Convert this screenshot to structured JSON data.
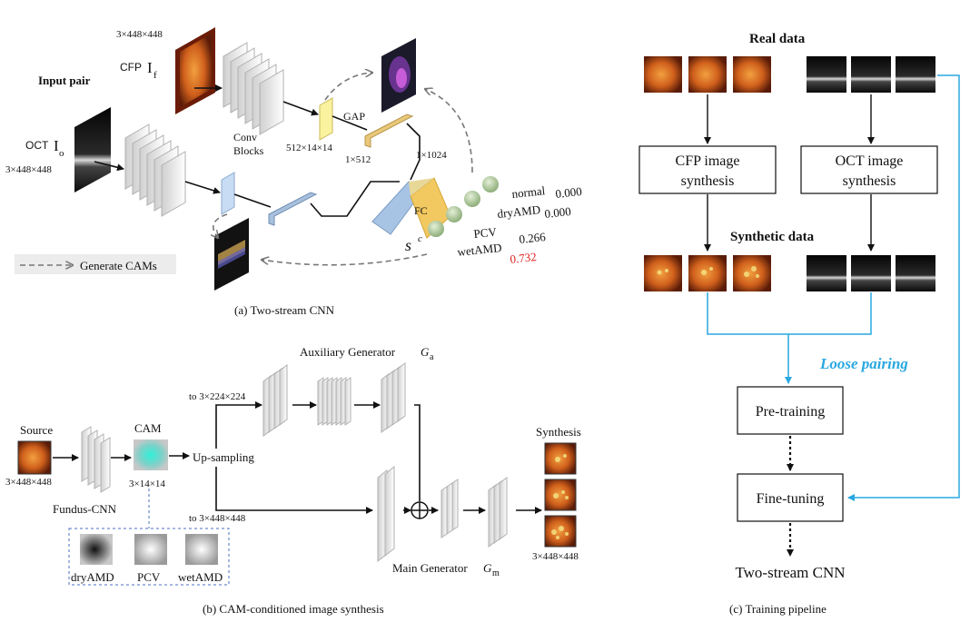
{
  "panel_a": {
    "caption": "(a)  Two-stream CNN",
    "input_pair": "Input pair",
    "cfp": "CFP",
    "cfp_symbol": "I",
    "cfp_sub": "f",
    "cfp_dims": "3×448×448",
    "oct": "OCT",
    "oct_symbol": "I",
    "oct_sub": "o",
    "oct_dims": "3×448×448",
    "conv": "Conv",
    "blocks": "Blocks",
    "feat_dims": "512×14×14",
    "gap": "GAP",
    "vec512": "1×512",
    "vec1024": "1×1024",
    "fc": "FC",
    "score_symbol": "s",
    "score_sup": "c",
    "scores": [
      {
        "label": "normal",
        "value": "0.000",
        "color": "#111111"
      },
      {
        "label": "dryAMD",
        "value": "0.000",
        "color": "#111111"
      },
      {
        "label": "PCV",
        "value": "0.266",
        "color": "#111111"
      },
      {
        "label": "wetAMD",
        "value": "0.732",
        "color": "#e02020"
      }
    ],
    "legend": "Generate CAMs"
  },
  "panel_b": {
    "caption": "(b)  CAM-conditioned image synthesis",
    "source": "Source",
    "source_dims": "3×448×448",
    "fundus_cnn": "Fundus-CNN",
    "cam": "CAM",
    "cam_dims": "3×14×14",
    "upsampling": "Up-sampling",
    "to224": "to 3×224×224",
    "to448": "to 3×448×448",
    "aux_gen": "Auxiliary  Generator",
    "aux_sym": "G",
    "aux_sub": "a",
    "main_gen": "Main Generator",
    "main_sym": "G",
    "main_sub": "m",
    "synthesis": "Synthesis",
    "synthesis_dims": "3×448×448",
    "cam_examples": [
      "dryAMD",
      "PCV",
      "wetAMD"
    ]
  },
  "panel_c": {
    "caption": "(c)  Training pipeline",
    "real_data": "Real data",
    "cfp_synth": [
      "CFP image",
      "synthesis"
    ],
    "oct_synth": [
      "OCT image",
      "synthesis"
    ],
    "synthetic_data": "Synthetic data",
    "loose_pairing": "Loose pairing",
    "pretraining": "Pre-training",
    "finetuning": "Fine-tuning",
    "output": "Two-stream CNN"
  },
  "colors": {
    "accent_blue": "#29a8e0",
    "highlight_red": "#e02020"
  }
}
